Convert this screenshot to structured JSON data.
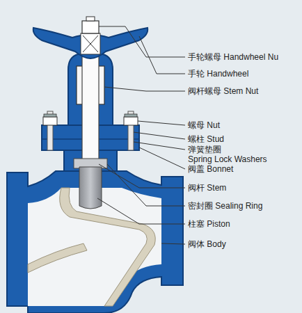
{
  "diagram": {
    "labels": [
      "手轮螺母 Handwheel Nu",
      "手轮 Handwheel",
      "阀杆螺母 Stem Nut",
      "螺母 Nut",
      "螺柱 Stud",
      "弹簧垫圈",
      "Spring Lock Washers",
      "阀盖 Bonnet",
      "阀杆 Stem",
      "密封圈 Sealing Ring",
      "柱塞 Piston",
      "阀体 Body"
    ]
  }
}
